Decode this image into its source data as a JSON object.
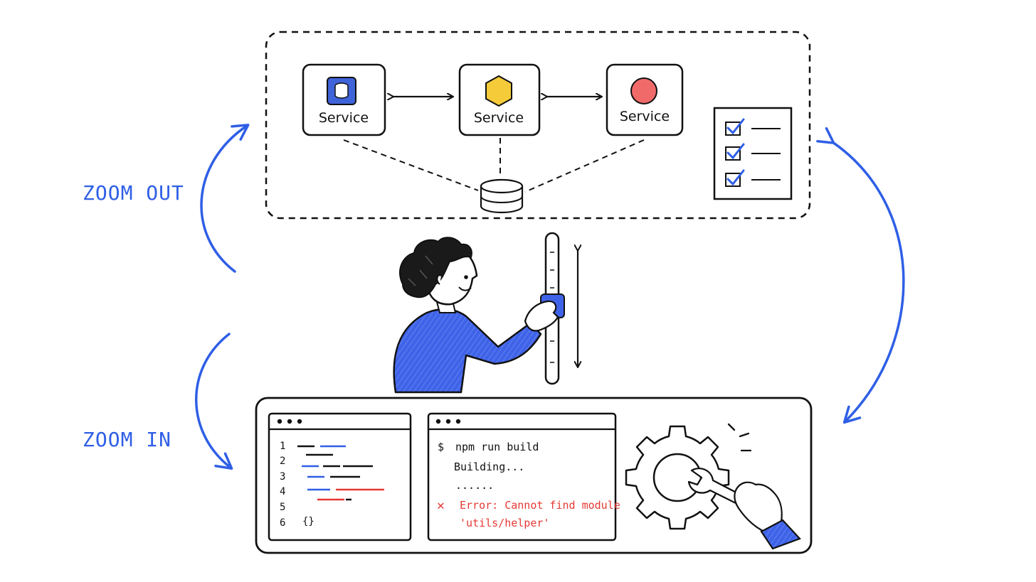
{
  "labels": {
    "zoom_out": "ZOOM OUT",
    "zoom_in": "ZOOM IN"
  },
  "services": [
    {
      "label": "Service",
      "icon": "database-icon",
      "icon_color": "#3f63d8"
    },
    {
      "label": "Service",
      "icon": "hexagon-icon",
      "icon_color": "#f5cb3a"
    },
    {
      "label": "Service",
      "icon": "circle-icon",
      "icon_color": "#f06a6a"
    }
  ],
  "editor": {
    "line_numbers": [
      "1",
      "2",
      "3",
      "4",
      "5",
      "6"
    ],
    "last_line_code": "{}"
  },
  "terminal": {
    "prompt": "$",
    "command": "npm run build",
    "status": "Building...",
    "progress": "......",
    "error_mark": "✕",
    "error_line1": "Error: Cannot find module",
    "error_line2": "'utils/helper'"
  },
  "colors": {
    "accent": "#2f5fe6",
    "error": "#e53935",
    "ink": "#111111"
  }
}
